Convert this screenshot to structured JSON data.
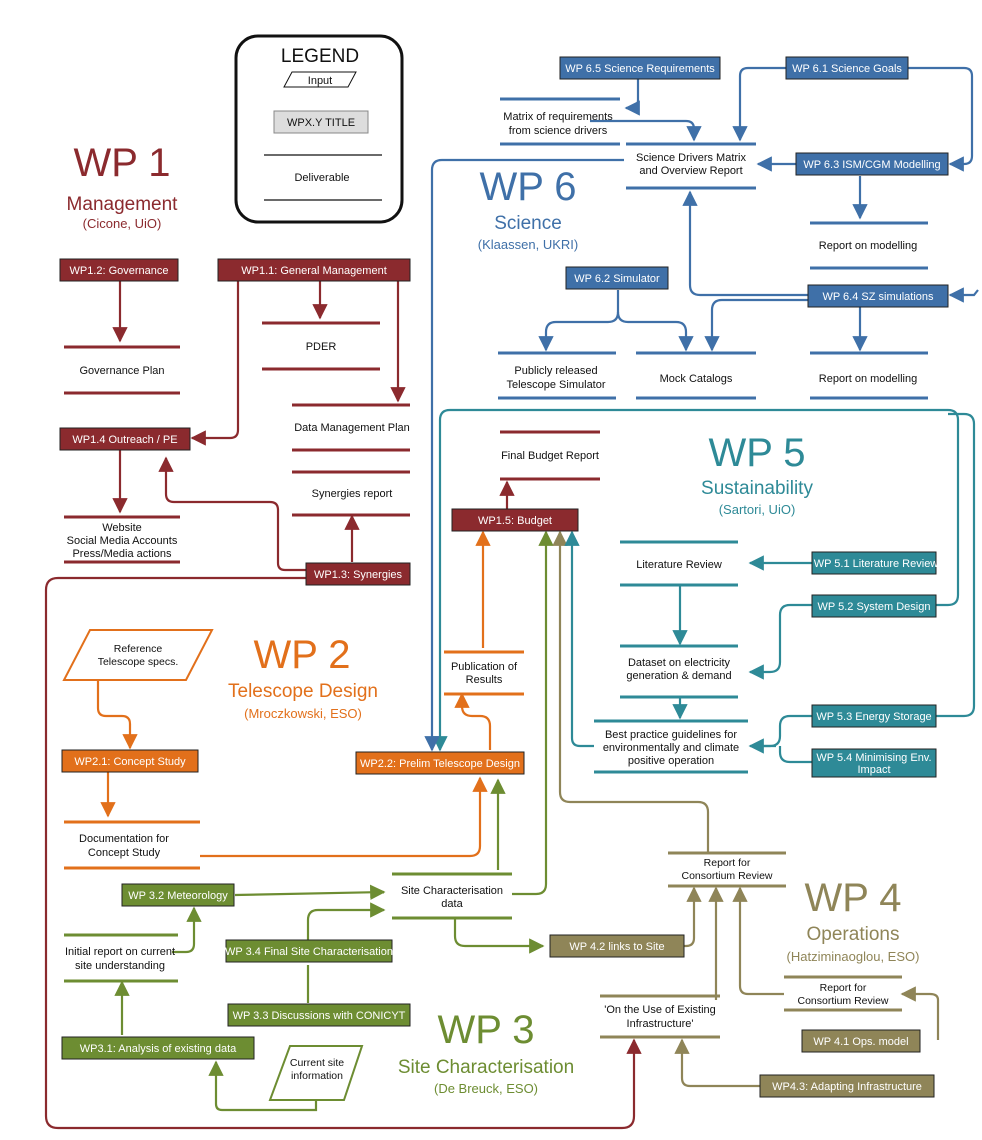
{
  "legend": {
    "title": "LEGEND",
    "input": "Input",
    "task": "WPX.Y TITLE",
    "deliverable": "Deliverable"
  },
  "colors": {
    "wp1": "#8b2a2e",
    "wp2": "#e2701b",
    "wp3": "#6d8d32",
    "wp4": "#8f8558",
    "wp5": "#2e8a97",
    "wp6": "#3f70a8"
  },
  "headings": {
    "wp1": {
      "number": "WP 1",
      "name": "Management",
      "lead": "(Cicone, UiO)"
    },
    "wp2": {
      "number": "WP 2",
      "name": "Telescope Design",
      "lead": "(Mroczkowski, ESO)"
    },
    "wp3": {
      "number": "WP 3",
      "name": "Site Characterisation",
      "lead": "(De Breuck, ESO)"
    },
    "wp4": {
      "number": "WP 4",
      "name": "Operations",
      "lead": "(Hatziminaoglou, ESO)"
    },
    "wp5": {
      "number": "WP 5",
      "name": "Sustainability",
      "lead": "(Sartori, UiO)"
    },
    "wp6": {
      "number": "WP 6",
      "name": "Science",
      "lead": "(Klaassen, UKRI)"
    }
  },
  "tasks": {
    "wp1_2": "WP1.2: Governance",
    "wp1_1": "WP1.1: General Management",
    "wp1_4": "WP1.4 Outreach / PE",
    "wp1_3": "WP1.3: Synergies",
    "wp1_5": "WP1.5: Budget",
    "wp2_1": "WP2.1: Concept Study",
    "wp2_2": "WP2.2: Prelim Telescope Design",
    "wp3_2": "WP 3.2 Meteorology",
    "wp3_4": "WP 3.4 Final Site Characterisation",
    "wp3_3": "WP 3.3 Discussions with CONICYT",
    "wp3_1": "WP3.1: Analysis of existing data",
    "wp4_2": "WP 4.2 links to Site",
    "wp4_1": "WP 4.1 Ops. model",
    "wp4_3": "WP4.3: Adapting Infrastructure",
    "wp5_1": "WP 5.1 Literature Review",
    "wp5_2": "WP 5.2 System Design",
    "wp5_3": "WP 5.3 Energy Storage",
    "wp5_4_l1": "WP 5.4 Minimising Env.",
    "wp5_4_l2": "Impact",
    "wp6_5": "WP 6.5 Science Requirements",
    "wp6_1": "WP 6.1 Science Goals",
    "wp6_3": "WP 6.3 ISM/CGM Modelling",
    "wp6_2": "WP 6.2 Simulator",
    "wp6_4": "WP 6.4 SZ simulations"
  },
  "inputs": {
    "ref_specs_l1": "Reference",
    "ref_specs_l2": "Telescope specs.",
    "site_info_l1": "Current site",
    "site_info_l2": "information"
  },
  "deliverables": {
    "governance_plan": "Governance Plan",
    "pder": "PDER",
    "data_mgmt_plan": "Data Management Plan",
    "synergies_report": "Synergies report",
    "outreach_l1": "Website",
    "outreach_l2": "Social Media Accounts",
    "outreach_l3": "Press/Media actions",
    "final_budget": "Final Budget Report",
    "publication_l1": "Publication of",
    "publication_l2": "Results",
    "concept_doc_l1": "Documentation for",
    "concept_doc_l2": "Concept Study",
    "site_char_l1": "Site Characterisation",
    "site_char_l2": "data",
    "initial_report_l1": "Initial report on current",
    "initial_report_l2": "site understanding",
    "consortium_review_top_l1": "Report for",
    "consortium_review_top_l2": "Consortium Review",
    "consortium_review_l1": "Report for",
    "consortium_review_l2": "Consortium Review",
    "existing_infra_l1": "'On the Use of Existing",
    "existing_infra_l2": "Infrastructure'",
    "lit_review": "Literature Review",
    "dataset_l1": "Dataset on electricity",
    "dataset_l2": "generation & demand",
    "best_practice_l1": "Best practice guidelines for",
    "best_practice_l2": "environmentally and climate",
    "best_practice_l3": "positive operation",
    "matrix_req_l1": "Matrix of requirements",
    "matrix_req_l2": "from science drivers",
    "sci_drivers_l1": "Science Drivers Matrix",
    "sci_drivers_l2": "and Overview Report",
    "modelling_report_1": "Report on modelling",
    "modelling_report_2": "Report on modelling",
    "simulator_l1": "Publicly released",
    "simulator_l2": "Telescope Simulator",
    "mock_catalogs": "Mock Catalogs"
  }
}
